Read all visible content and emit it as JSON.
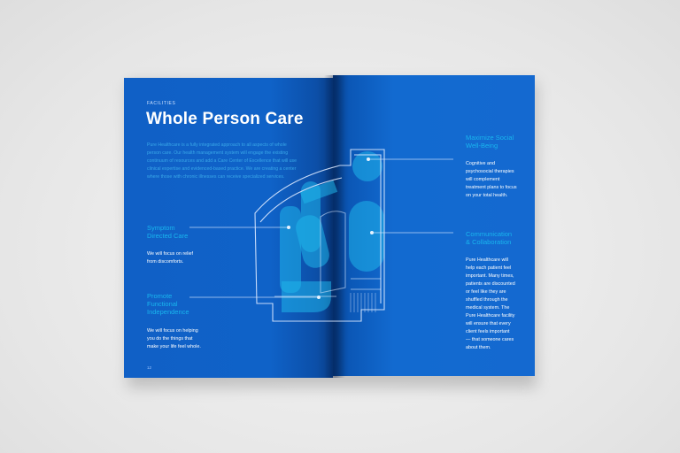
{
  "left_page": {
    "section_label": "FACILITIES",
    "title": "Whole Person Care",
    "intro": "Pure Healthcare is a fully integrated approach to all aspects of whole person care. Our health management system will engage the existing continuum of resources and add a Care Center of Excellence that will use clinical expertise and evidenced-based practice. We are creating a center where those with chronic illnesses can receive specialized services.",
    "callouts": [
      {
        "heading": "Symptom\nDirected Care",
        "body": "We will focus on relief\nfrom discomforts."
      },
      {
        "heading": "Promote\nFunctional\nIndependence",
        "body": "We will focus on helping\nyou do the things that\nmake your life feel whole."
      }
    ],
    "page_number": "12"
  },
  "right_page": {
    "callouts": [
      {
        "heading": "Maximize Social\nWell-Being",
        "body": "Cognitive and\npsychosocial therapies\nwill complement\ntreatment plans to focus\non your total health."
      },
      {
        "heading": "Communication\n& Collaboration",
        "body": "Pure Healthcare will\nhelp each patient feel\nimportant. Many times,\npatients are discounted\nor feel like they are\nshuffled through the\nmedical system. The\nPure Healthcare facility\nwill ensure that every\nclient feels important\n— that someone cares\nabout them."
      }
    ]
  },
  "colors": {
    "page_blue": "#1166cc",
    "accent_cyan": "#19b6ee",
    "background": "#ececec"
  }
}
